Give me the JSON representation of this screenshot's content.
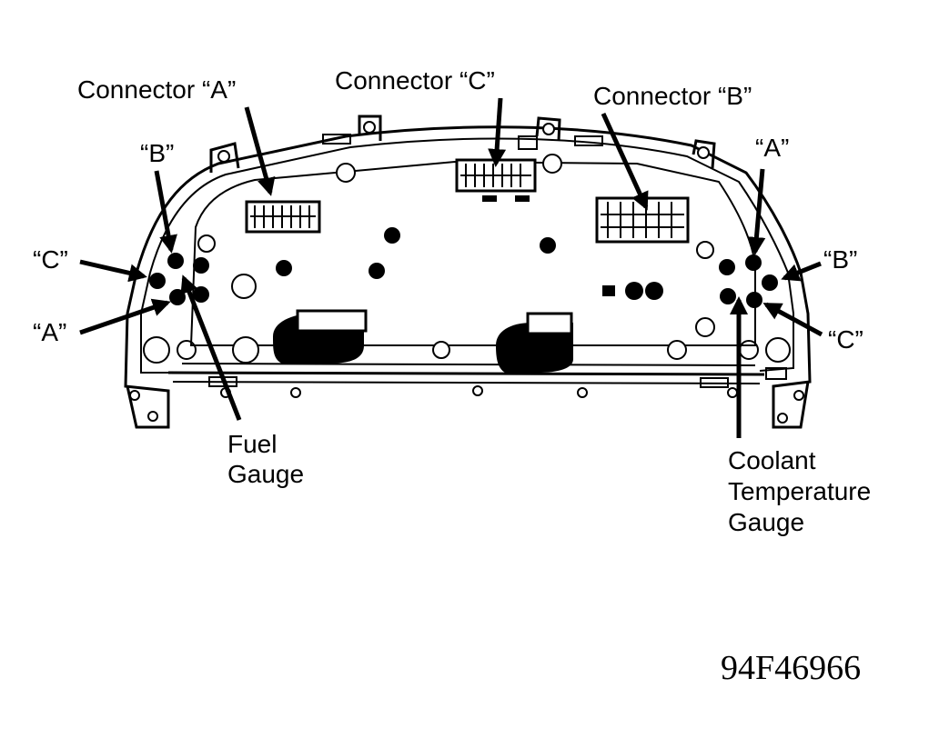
{
  "labels": {
    "connector_a": "Connector “A”",
    "connector_c": "Connector “C”",
    "connector_b": "Connector “B”",
    "left_b": "“B”",
    "left_c": "“C”",
    "left_a": "“A”",
    "right_a": "“A”",
    "right_b": "“B”",
    "right_c": "“C”",
    "fuel_line1": "Fuel",
    "fuel_line2": "Gauge",
    "coolant_line1": "Coolant",
    "coolant_line2": "Temperature",
    "coolant_line3": "Gauge"
  },
  "figure_code": "94F46966"
}
